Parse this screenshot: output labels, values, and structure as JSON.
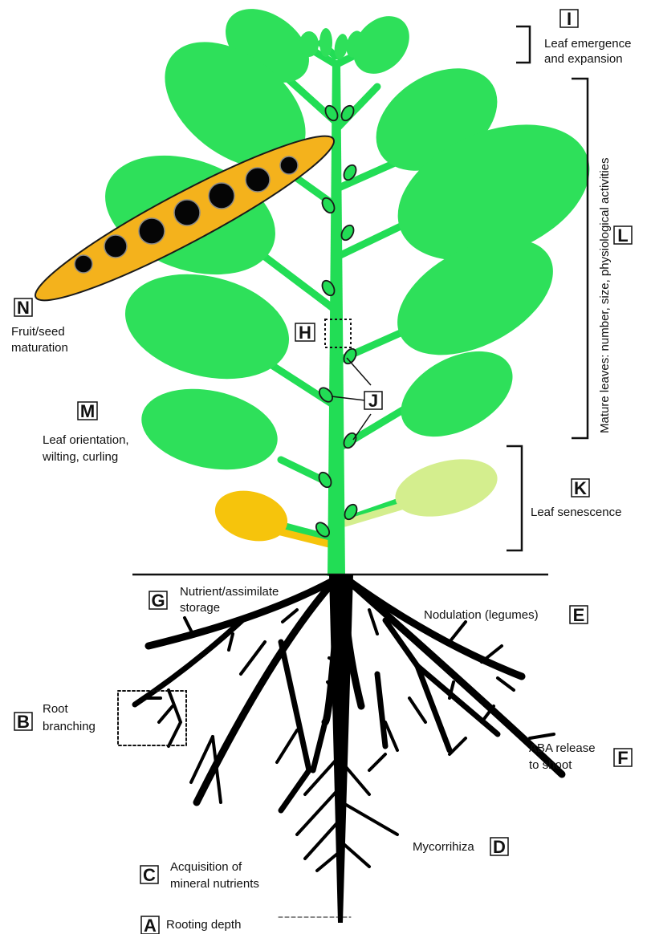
{
  "colors": {
    "leaf": "#2ee05a",
    "stem": "#22dd55",
    "fruit": "#f4b21c",
    "seed": "#050505",
    "senescent_yellow": "#f6c40c",
    "senescent_pale": "#d4ee8e",
    "root": "#000000",
    "outline": "#1a1a1a"
  },
  "labels": {
    "A": {
      "letter": "A",
      "lines": [
        "Rooting depth"
      ]
    },
    "B": {
      "letter": "B",
      "lines": [
        "Root",
        "branching"
      ]
    },
    "C": {
      "letter": "C",
      "lines": [
        "Acquisition of",
        "mineral nutrients"
      ]
    },
    "D": {
      "letter": "D",
      "lines": [
        "Mycorrihiza"
      ]
    },
    "E": {
      "letter": "E",
      "lines": [
        "Nodulation (legumes)"
      ]
    },
    "F": {
      "letter": "F",
      "lines": [
        "ABA release",
        "to shoot"
      ]
    },
    "G": {
      "letter": "G",
      "lines": [
        "Nutrient/assimilate",
        "storage"
      ]
    },
    "H": {
      "letter": "H",
      "lines": []
    },
    "I": {
      "letter": "I",
      "lines": [
        "Leaf emergence",
        "and expansion"
      ]
    },
    "J": {
      "letter": "J",
      "lines": []
    },
    "K": {
      "letter": "K",
      "lines": [
        "Leaf senescence"
      ]
    },
    "L": {
      "letter": "L",
      "lines": [
        "Mature leaves: number, size, physiological activities"
      ]
    },
    "M": {
      "letter": "M",
      "lines": [
        "Leaf orientation,",
        "wilting, curling"
      ]
    },
    "N": {
      "letter": "N",
      "lines": [
        "Fruit/seed",
        "maturation"
      ]
    }
  }
}
